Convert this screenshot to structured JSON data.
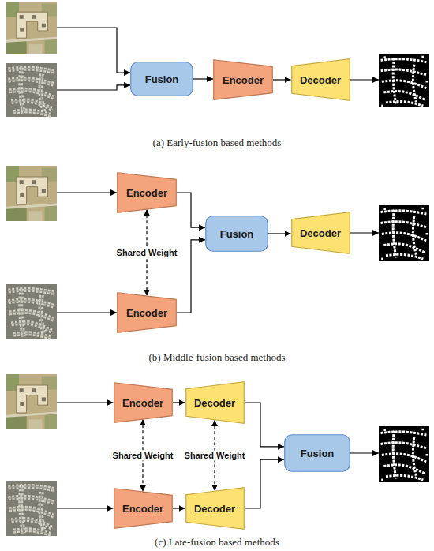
{
  "diagram": {
    "nodes": [
      {
        "text": [
          "Fusion"
        ]
      },
      {
        "text": [
          "Encoder"
        ]
      },
      {
        "text": [
          "Decoder"
        ]
      },
      {
        "text": [
          "Encoder"
        ]
      },
      {
        "text": [
          "Fusion"
        ]
      },
      {
        "text": [
          "Decoder"
        ]
      },
      {
        "text": [
          "Encoder"
        ]
      },
      {
        "text": [
          "Encoder"
        ]
      },
      {
        "text": [
          "Decoder"
        ]
      },
      {
        "text": [
          "Fusion"
        ]
      },
      {
        "text": [
          "Encoder"
        ]
      },
      {
        "text": [
          "Decoder"
        ]
      }
    ],
    "edges": [
      {
        "from": 0,
        "to": 1,
        "arrow": "to"
      },
      {
        "from": 1,
        "to": 2,
        "arrow": "to"
      },
      {
        "from": 3,
        "to": 4,
        "arrow": "to"
      },
      {
        "from": 6,
        "to": 4,
        "arrow": "to"
      },
      {
        "from": 4,
        "to": 5,
        "arrow": "to"
      },
      {
        "from": 3,
        "to": 6,
        "label": "Shared Weight",
        "arrow": "both"
      },
      {
        "from": 7,
        "to": 8,
        "arrow": "to"
      },
      {
        "from": 10,
        "to": 11,
        "arrow": "to"
      },
      {
        "from": 8,
        "to": 9,
        "arrow": "to"
      },
      {
        "from": 11,
        "to": 9,
        "arrow": "to"
      },
      {
        "from": 7,
        "to": 10,
        "label": "Shared Weight",
        "arrow": "both"
      },
      {
        "from": 8,
        "to": 11,
        "label": "Shared Weight",
        "arrow": "both"
      }
    ],
    "labels": [
      "(a) Early-fusion based methods",
      "(b) Middle-fusion based methods",
      "(c) Late-fusion based methods"
    ]
  }
}
